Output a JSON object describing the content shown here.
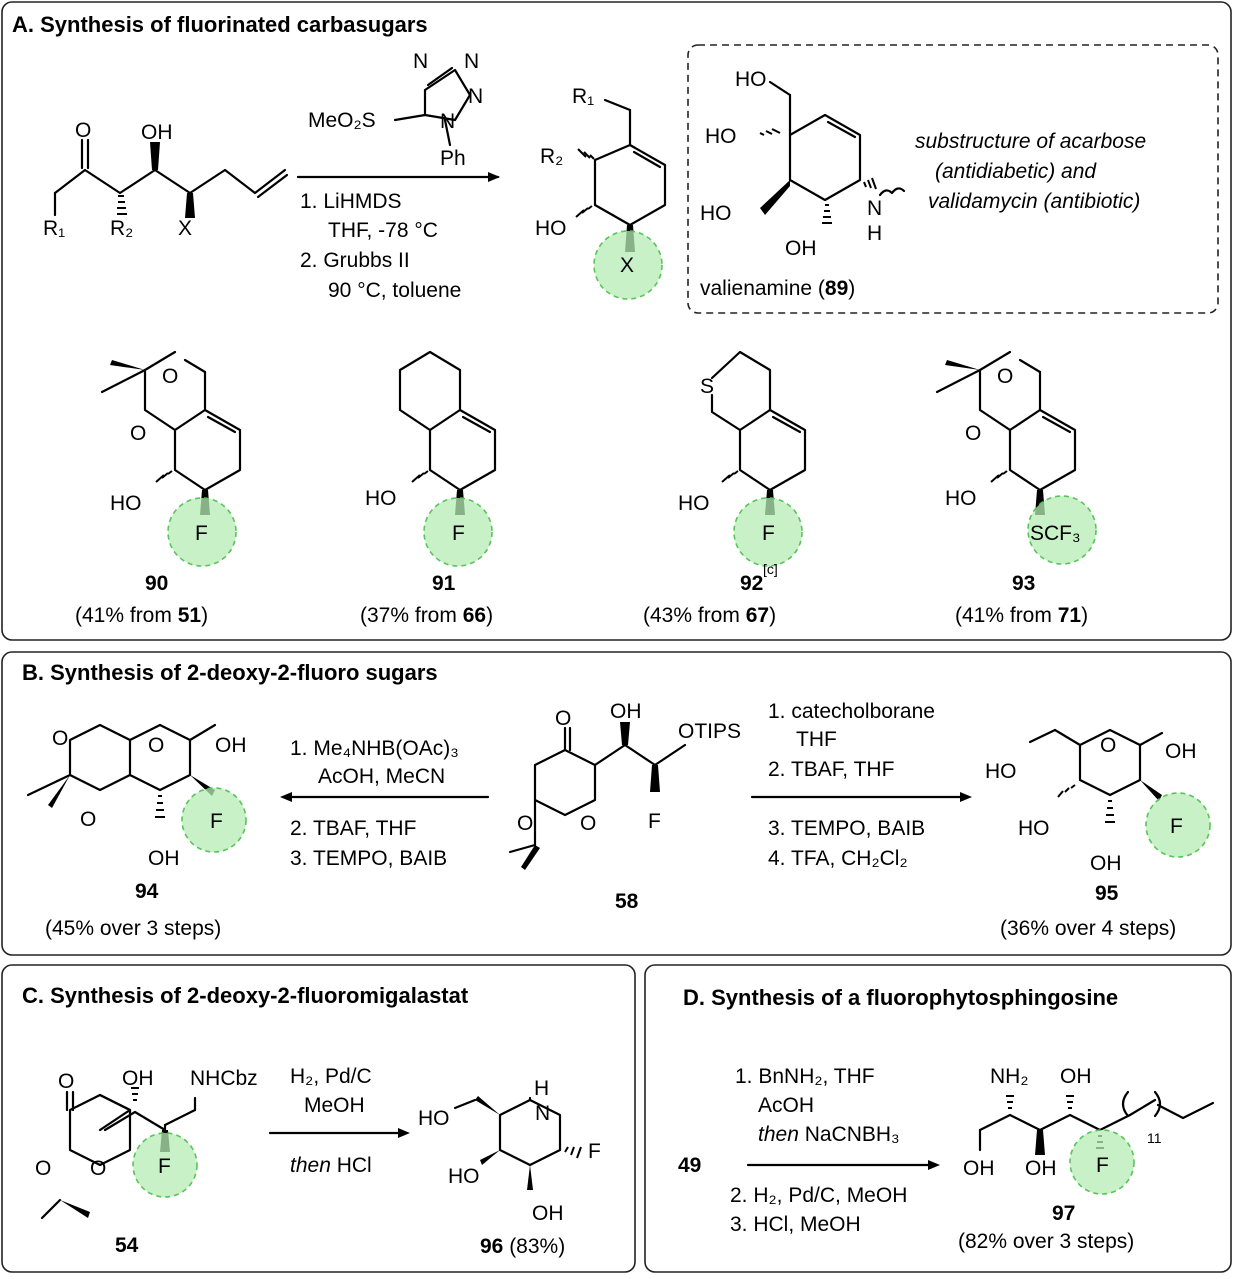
{
  "panels": {
    "A": {
      "title": "A. Synthesis of fluorinated carbasugars",
      "reagent_line1": "1. LiHMDS",
      "reagent_line2": "THF, -78 °C",
      "reagent_line3": "2. Grubbs II",
      "reagent_line4": "90 °C, toluene",
      "reagent_label": "MeO₂S",
      "tetrazole_ph": "Ph",
      "inset_note_line1": "substructure of acarbose",
      "inset_note_line2": "(antidiabetic) and",
      "inset_note_line3": "validamycin (antibiotic)",
      "inset_name": "valienamine (",
      "inset_num": "89",
      "inset_name_end": ")",
      "products": [
        {
          "id": "90",
          "yield_pre": "(41% from ",
          "yield_ref": "51",
          "yield_post": ")"
        },
        {
          "id": "91",
          "yield_pre": "(37% from ",
          "yield_ref": "66",
          "yield_post": ")"
        },
        {
          "id": "92",
          "superscript": "[c]",
          "yield_pre": "(43% from ",
          "yield_ref": "67",
          "yield_post": ")"
        },
        {
          "id": "93",
          "yield_pre": "(41% from ",
          "yield_ref": "71",
          "yield_post": ")"
        }
      ]
    },
    "B": {
      "title": "B. Synthesis of 2-deoxy-2-fluoro sugars",
      "left_reagents": [
        "1. Me₄NHB(OAc)₃",
        "AcOH, MeCN",
        "2. TBAF, THF",
        "3. TEMPO, BAIB"
      ],
      "right_reagents": [
        "1. catecholborane",
        "THF",
        "2. TBAF, THF",
        "3. TEMPO, BAIB",
        "4. TFA, CH₂Cl₂"
      ],
      "start_id": "58",
      "product_left_id": "94",
      "product_left_yield": "(45% over 3 steps)",
      "product_right_id": "95",
      "product_right_yield": "(36% over 4 steps)"
    },
    "C": {
      "title": "C. Synthesis of 2-deoxy-2-fluoromigalastat",
      "reagents": [
        "H₂, Pd/C",
        "MeOH"
      ],
      "reagent_then": "then",
      "reagent_then_rest": " HCl",
      "start_id": "54",
      "product_id": "96",
      "product_yield": " (83%)"
    },
    "D": {
      "title": "D. Synthesis of a fluorophytosphingosine",
      "reagents_top": [
        "1. BnNH₂, THF",
        "AcOH"
      ],
      "reagent_then": "then",
      "reagent_then_rest": " NaCNBH₃",
      "reagents_bottom": [
        "2. H₂, Pd/C, MeOH",
        "3. HCl, MeOH"
      ],
      "start_id": "49",
      "product_id": "97",
      "product_yield": "(82% over 3 steps)",
      "chain_subscript": "11"
    }
  },
  "atoms": {
    "O": "O",
    "OH": "OH",
    "HO": "HO",
    "F": "F",
    "X": "X",
    "S": "S",
    "N": "N",
    "H": "H",
    "R1": "R₁",
    "R2": "R₂",
    "SCF3": "SCF₃",
    "NH2": "NH₂",
    "NHCbz": "NHCbz",
    "OTIPS": "OTIPS"
  },
  "colors": {
    "fluorine_highlight": "#b6ecb6",
    "highlight_border": "#59c459"
  }
}
